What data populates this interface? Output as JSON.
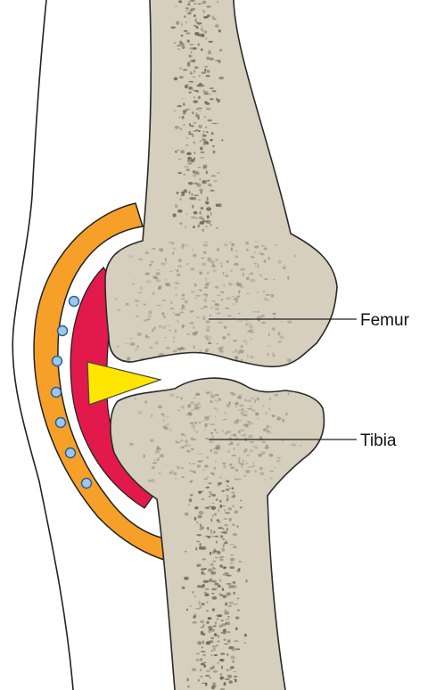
{
  "labels": {
    "femur": "Femur",
    "tibia": "Tibia"
  },
  "colors": {
    "bone": "#d6cfbe",
    "bone_outline": "#2a2a2a",
    "bone_pore": "#6b6450",
    "capsule": "#f6a02a",
    "synovial_membrane": "#e21a4c",
    "meniscus": "#ffe600",
    "fluid_dot_fill": "#9cc8ef",
    "fluid_dot_stroke": "#2d5f8c",
    "skin_line": "#222222",
    "leader_line": "#222222"
  },
  "icons": {
    "joint_capsule": "orange-arc",
    "synovial_membrane": "red-crescent",
    "meniscus": "yellow-triangle",
    "synovial_fluid": "blue-dots"
  }
}
